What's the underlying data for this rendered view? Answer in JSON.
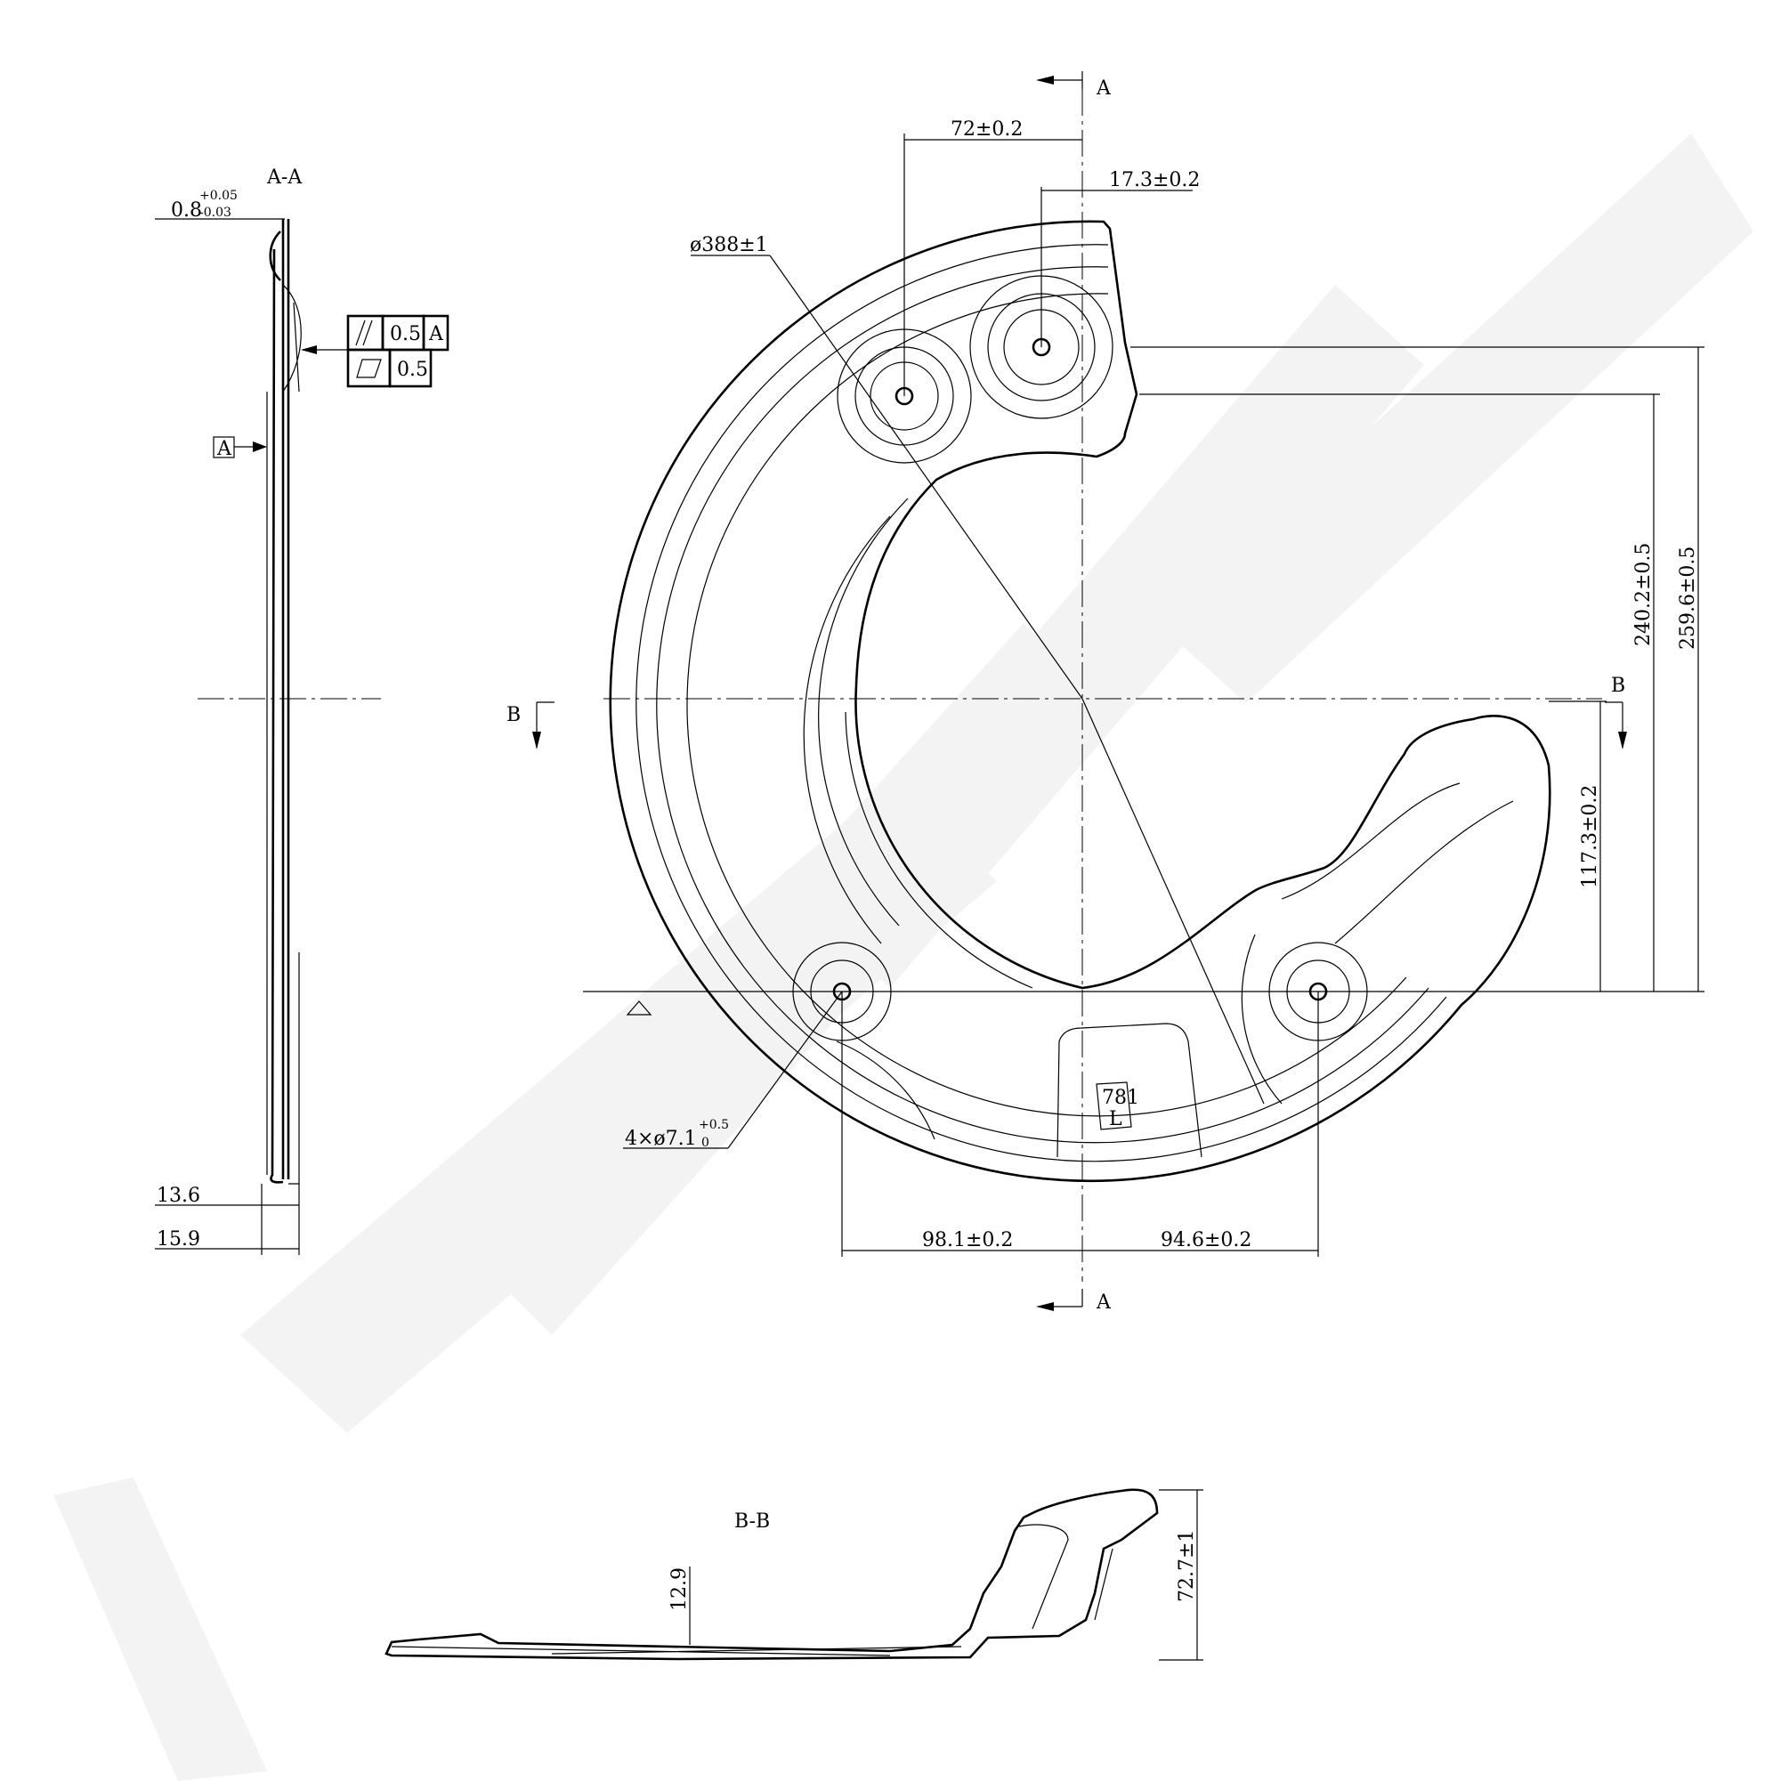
{
  "main_view": {
    "dim_72": "72±0.2",
    "dim_17_3": "17.3±0.2",
    "dim_diameter": "ø388±1",
    "dim_240_2": "240.2±0.5",
    "dim_259_6": "259.6±0.5",
    "dim_117_3": "117.3±0.2",
    "dim_98_1": "98.1±0.2",
    "dim_94_6": "94.6±0.2",
    "holes_main": "4×ø7.1",
    "holes_tol_upper": "+0.5",
    "holes_tol_lower": "0",
    "stamp_number": "781",
    "stamp_side": "L",
    "section_a_top": "A",
    "section_a_bottom": "A",
    "section_b_left": "B",
    "section_b_right": "B"
  },
  "section_aa": {
    "title": "A-A",
    "thickness": "0.8",
    "thickness_upper": "+0.05",
    "thickness_lower": "-0.03",
    "fcf_parallel_value": "0.5",
    "fcf_parallel_datum": "A",
    "fcf_flatness_value": "0.5",
    "datum_label": "A",
    "dim_13_6": "13.6",
    "dim_15_9": "15.9"
  },
  "section_bb": {
    "title": "B-B",
    "dim_12_9": "12.9",
    "dim_72_7": "72.7±1"
  }
}
